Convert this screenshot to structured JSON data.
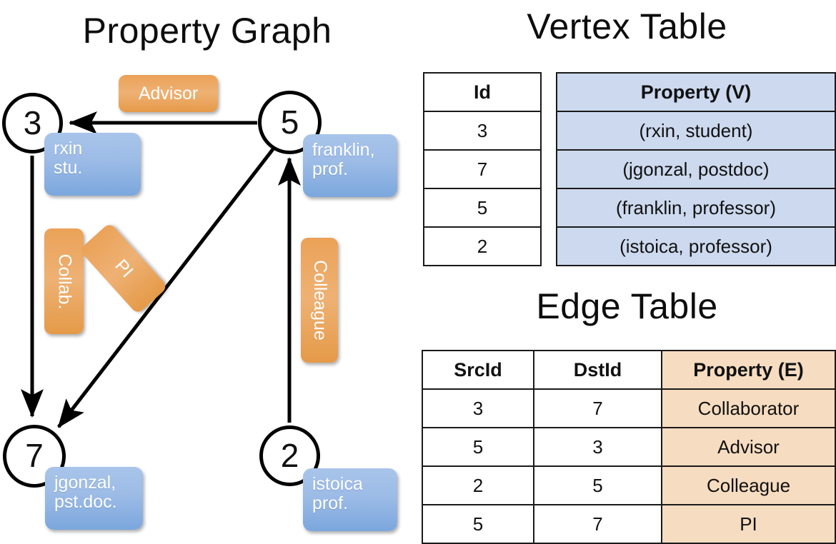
{
  "graph": {
    "title": "Property Graph",
    "nodes": [
      {
        "id": "3",
        "property_lines": [
          "rxin",
          "stu."
        ]
      },
      {
        "id": "5",
        "property_lines": [
          "franklin,",
          "prof."
        ]
      },
      {
        "id": "7",
        "property_lines": [
          "jgonzal,",
          "pst.doc."
        ]
      },
      {
        "id": "2",
        "property_lines": [
          "istoica",
          "prof."
        ]
      }
    ],
    "edge_labels": [
      {
        "name": "advisor-label",
        "text": "Advisor",
        "orientation": "horizontal"
      },
      {
        "name": "collab-label",
        "text": "Collab.",
        "orientation": "vertical"
      },
      {
        "name": "pi-label",
        "text": "PI",
        "orientation": "diagonal"
      },
      {
        "name": "colleague-label",
        "text": "Colleague",
        "orientation": "vertical"
      }
    ],
    "edges": [
      {
        "src": "5",
        "dst": "3",
        "label": "Advisor"
      },
      {
        "src": "3",
        "dst": "7",
        "label": "Collab."
      },
      {
        "src": "5",
        "dst": "7",
        "label": "PI"
      },
      {
        "src": "2",
        "dst": "5",
        "label": "Colleague"
      }
    ]
  },
  "vertex_table": {
    "title": "Vertex Table",
    "headers": [
      "Id",
      "Property (V)"
    ],
    "rows": [
      {
        "id": "3",
        "property": "(rxin, student)"
      },
      {
        "id": "7",
        "property": "(jgonzal, postdoc)"
      },
      {
        "id": "5",
        "property": "(franklin, professor)"
      },
      {
        "id": "2",
        "property": "(istoica, professor)"
      }
    ]
  },
  "edge_table": {
    "title": "Edge Table",
    "headers": [
      "SrcId",
      "DstId",
      "Property (E)"
    ],
    "rows": [
      {
        "src": "3",
        "dst": "7",
        "property": "Collaborator"
      },
      {
        "src": "5",
        "dst": "3",
        "property": "Advisor"
      },
      {
        "src": "2",
        "dst": "5",
        "property": "Colleague"
      },
      {
        "src": "5",
        "dst": "7",
        "property": "PI"
      }
    ]
  },
  "colors": {
    "vertex_fill": "#ccd9ee",
    "edge_fill": "#f6dcc0",
    "node_bubble": "#9cbbe6",
    "edge_chip": "#eeb174",
    "stroke": "#000000",
    "background": "#ffffff"
  }
}
